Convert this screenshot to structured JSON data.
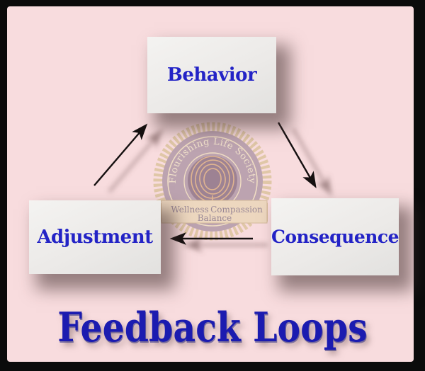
{
  "title": {
    "text": "Feedback Loops",
    "color": "#1b1bb0"
  },
  "nodes": [
    {
      "id": "behavior",
      "label": "Behavior"
    },
    {
      "id": "consequence",
      "label": "Consequence"
    },
    {
      "id": "adjustment",
      "label": "Adjustment"
    }
  ],
  "arrows": [
    {
      "id": "adjustment-to-behavior",
      "from": "adjustment",
      "to": "behavior"
    },
    {
      "id": "behavior-to-consequence",
      "from": "behavior",
      "to": "consequence"
    },
    {
      "id": "consequence-to-adjustment",
      "from": "consequence",
      "to": "adjustment"
    }
  ],
  "watermark": {
    "society": "Flourishing Life Society",
    "value1": "Wellness",
    "value2": "Compassion",
    "value3": "Balance"
  },
  "colors": {
    "background": "#f8dcde",
    "frame": "#0b0b0b",
    "node_fill": "#eceae8",
    "node_text": "#2323c6",
    "title_text": "#1b1bb0",
    "arrow": "#151010",
    "seal_tan": "#dcc49e",
    "seal_mauve": "#b29aa8"
  }
}
